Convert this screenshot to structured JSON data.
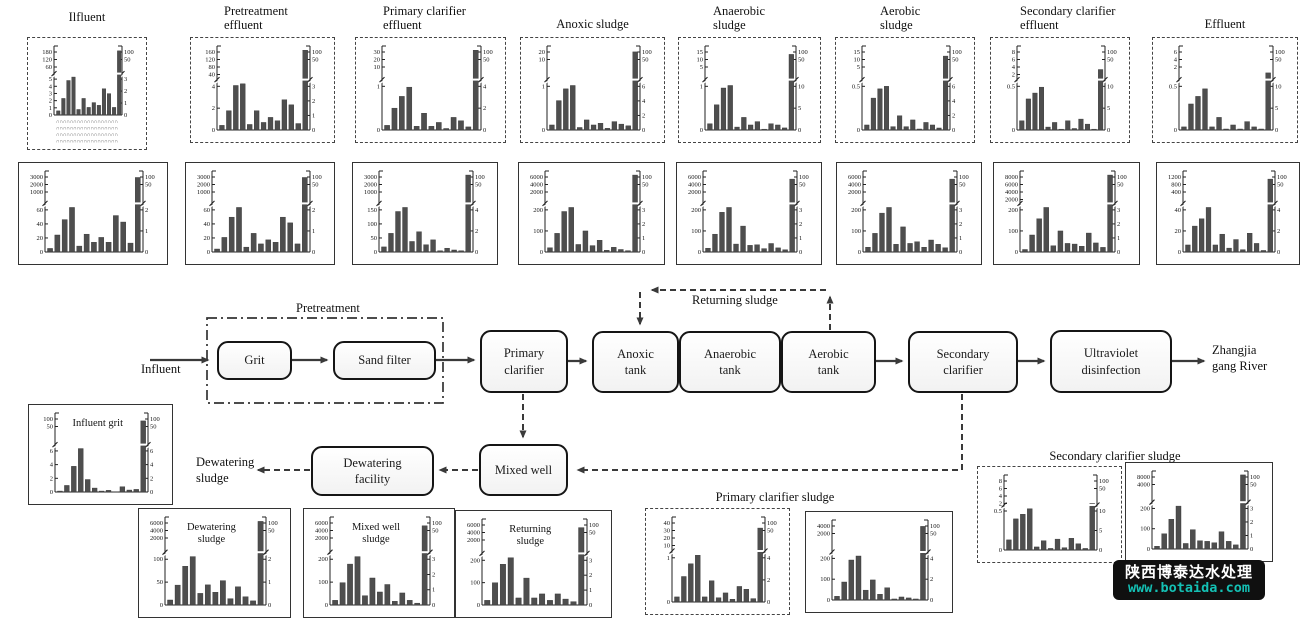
{
  "figure": {
    "description_labels": {
      "influent": "Influent",
      "pretreatment": "Pretreatment",
      "returning_sludge": "Returning sludge",
      "river": "Zhangjia\ngang River",
      "dewatering_sludge": "Dewatering\nsludge",
      "primary_clarifier_sludge": "Primary clarifier sludge",
      "secondary_clarifier_sludge": "Secondary clarifier sludge"
    }
  },
  "flow": {
    "nodes": {
      "grit": "Grit",
      "sand_filter": "Sand filter",
      "primary_clarifier": "Primary\nclarifier",
      "anoxic_tank": "Anoxic\ntank",
      "anaerobic_tank": "Anaerobic\ntank",
      "aerobic_tank": "Aerobic\ntank",
      "secondary_clarifier": "Secondary\nclarifier",
      "uv": "Ultraviolet\ndisinfection",
      "mixed_well": "Mixed well",
      "dewatering_facility": "Dewatering\nfacility"
    }
  },
  "colors": {
    "bar": "#4e4e4e",
    "axis": "#222222",
    "arrow": "#3a3a3a",
    "watermark_bg": "#101010",
    "watermark_url": "#14c0b4"
  },
  "chart_data": [
    {
      "type": "bar",
      "title": "Ilfluent",
      "title_pos": "above",
      "border": "dashed",
      "x_squiggles": true,
      "left_top": [
        "180",
        "120",
        "60"
      ],
      "left_bot": [
        "5",
        "4",
        "3",
        "2",
        "1",
        "0"
      ],
      "right_top": [
        "100",
        "50"
      ],
      "right_bot": [
        "3",
        "2",
        "1",
        "0"
      ],
      "bars": [
        0.06,
        0.24,
        0.5,
        0.55,
        0.08,
        0.24,
        0.11,
        0.18,
        0.14,
        0.38,
        0.31,
        0.11,
        0.93
      ]
    },
    {
      "type": "bar",
      "title": "Pretreatment\neffluent",
      "title_pos": "above",
      "border": "dashed",
      "x_squiggles": false,
      "left_top": [
        "160",
        "120",
        "80",
        "40"
      ],
      "left_bot": [
        "4",
        "2",
        "0"
      ],
      "right_top": [
        "100",
        "50"
      ],
      "right_bot": [
        "3",
        "2",
        "1",
        "0"
      ],
      "bars": [
        0.055,
        0.23,
        0.53,
        0.55,
        0.066,
        0.23,
        0.09,
        0.15,
        0.11,
        0.36,
        0.3,
        0.077,
        0.95
      ]
    },
    {
      "type": "bar",
      "title": "Primary clarifier\neffluent",
      "title_pos": "above",
      "border": "dashed",
      "x_squiggles": false,
      "left_top": [
        "30",
        "20",
        "10"
      ],
      "left_bot": [
        "1",
        "0"
      ],
      "right_top": [
        "100",
        "50"
      ],
      "right_bot": [
        "4",
        "2",
        "0"
      ],
      "bars": [
        0.055,
        0.26,
        0.4,
        0.51,
        0.044,
        0.2,
        0.044,
        0.09,
        0.018,
        0.15,
        0.11,
        0.037,
        0.95
      ]
    },
    {
      "type": "bar",
      "title": "Anoxic sludge",
      "title_pos": "above",
      "border": "dashed",
      "x_squiggles": false,
      "left_top": [
        "20",
        "10"
      ],
      "left_bot": [
        "1",
        "0"
      ],
      "right_top": [
        "100",
        "50"
      ],
      "right_bot": [
        "6",
        "4",
        "2",
        "0"
      ],
      "bars": [
        0.06,
        0.35,
        0.49,
        0.53,
        0.03,
        0.12,
        0.06,
        0.08,
        0.02,
        0.1,
        0.07,
        0.05,
        0.93
      ]
    },
    {
      "type": "bar",
      "title": "Anaerobic\nsludge",
      "title_pos": "above",
      "border": "dashed",
      "x_squiggles": false,
      "left_top": [
        "15",
        "10",
        "5"
      ],
      "left_bot": [
        "1",
        "0"
      ],
      "right_top": [
        "100",
        "50"
      ],
      "right_bot": [
        "10",
        "5",
        "0"
      ],
      "bars": [
        0.075,
        0.3,
        0.5,
        0.53,
        0.035,
        0.15,
        0.06,
        0.1,
        0.01,
        0.075,
        0.06,
        0.025,
        0.9
      ]
    },
    {
      "type": "bar",
      "title": "Aerobic\nsludge",
      "title_pos": "above",
      "border": "dashed",
      "x_squiggles": false,
      "left_top": [
        "15",
        "10",
        "5"
      ],
      "left_bot": [
        "0.5",
        "0"
      ],
      "right_top": [
        "100",
        "50"
      ],
      "right_bot": [
        "6",
        "4",
        "2",
        "0"
      ],
      "bars": [
        0.06,
        0.38,
        0.49,
        0.52,
        0.04,
        0.17,
        0.04,
        0.12,
        0.012,
        0.09,
        0.06,
        0.024,
        0.88
      ]
    },
    {
      "type": "bar",
      "title": "Secondary clarifier\neffluent",
      "title_pos": "above",
      "border": "dashed",
      "x_squiggles": false,
      "left_top": [
        "8",
        "6",
        "4",
        "2"
      ],
      "left_bot": [
        "0.5",
        "0"
      ],
      "right_top": [
        "100",
        "50"
      ],
      "right_bot": [
        "10",
        "5",
        "0"
      ],
      "bars": [
        0.11,
        0.37,
        0.44,
        0.51,
        0.035,
        0.09,
        0.01,
        0.11,
        0.018,
        0.13,
        0.07,
        0.01,
        0.72
      ]
    },
    {
      "type": "bar",
      "title": "Effluent",
      "title_pos": "above",
      "border": "dashed",
      "x_squiggles": false,
      "left_top": [
        "6",
        "4",
        "2"
      ],
      "left_bot": [
        "0.5",
        "0"
      ],
      "right_top": [
        "100",
        "50"
      ],
      "right_bot": [
        "10",
        "5",
        "0"
      ],
      "bars": [
        0.037,
        0.31,
        0.4,
        0.49,
        0.037,
        0.15,
        0.012,
        0.06,
        0.012,
        0.1,
        0.037,
        0.012,
        0.68
      ]
    },
    {
      "type": "bar",
      "title": "",
      "title_pos": null,
      "border": "solid",
      "x_squiggles": false,
      "left_top": [
        "3000",
        "2000",
        "1000"
      ],
      "left_bot": [
        "60",
        "40",
        "20",
        "0"
      ],
      "right_top": [
        "100",
        "50"
      ],
      "right_bot": [
        "2",
        "1",
        "0"
      ],
      "bars": [
        0.044,
        0.21,
        0.4,
        0.55,
        0.073,
        0.22,
        0.12,
        0.18,
        0.12,
        0.45,
        0.37,
        0.11,
        0.92
      ]
    },
    {
      "type": "bar",
      "title": "",
      "title_pos": null,
      "border": "solid",
      "x_squiggles": false,
      "left_top": [
        "3000",
        "2000",
        "1000"
      ],
      "left_bot": [
        "60",
        "40",
        "20",
        "0"
      ],
      "right_top": [
        "100",
        "50"
      ],
      "right_bot": [
        "2",
        "1",
        "0"
      ],
      "bars": [
        0.037,
        0.18,
        0.43,
        0.55,
        0.06,
        0.23,
        0.1,
        0.15,
        0.12,
        0.43,
        0.36,
        0.1,
        0.92
      ]
    },
    {
      "type": "bar",
      "title": "",
      "title_pos": null,
      "border": "solid",
      "x_squiggles": false,
      "left_top": [
        "3000",
        "2000",
        "1000"
      ],
      "left_bot": [
        "150",
        "100",
        "50",
        "0"
      ],
      "right_top": [
        "100",
        "50"
      ],
      "right_bot": [
        "4",
        "2",
        "0"
      ],
      "bars": [
        0.063,
        0.23,
        0.5,
        0.55,
        0.13,
        0.25,
        0.09,
        0.15,
        0.016,
        0.047,
        0.025,
        0.016,
        0.95
      ]
    },
    {
      "type": "bar",
      "title": "",
      "title_pos": null,
      "border": "solid",
      "x_squiggles": false,
      "left_top": [
        "6000",
        "4000",
        "2000"
      ],
      "left_bot": [
        "200",
        "100",
        "0"
      ],
      "right_top": [
        "100",
        "50"
      ],
      "right_bot": [
        "3",
        "2",
        "1",
        "0"
      ],
      "bars": [
        0.052,
        0.23,
        0.5,
        0.55,
        0.093,
        0.26,
        0.079,
        0.145,
        0.021,
        0.058,
        0.031,
        0.017,
        0.95
      ]
    },
    {
      "type": "bar",
      "title": "",
      "title_pos": null,
      "border": "solid",
      "x_squiggles": false,
      "left_top": [
        "6000",
        "4000",
        "2000"
      ],
      "left_bot": [
        "200",
        "100",
        "0"
      ],
      "right_top": [
        "100",
        "50"
      ],
      "right_bot": [
        "3",
        "2",
        "1",
        "0"
      ],
      "bars": [
        0.047,
        0.22,
        0.49,
        0.55,
        0.098,
        0.32,
        0.082,
        0.089,
        0.042,
        0.105,
        0.051,
        0.028,
        0.9
      ]
    },
    {
      "type": "bar",
      "title": "",
      "title_pos": null,
      "border": "solid",
      "x_squiggles": false,
      "left_top": [
        "6000",
        "4000",
        "2000"
      ],
      "left_bot": [
        "200",
        "100",
        "0"
      ],
      "right_top": [
        "100",
        "50"
      ],
      "right_bot": [
        "3",
        "2",
        "1",
        "0"
      ],
      "bars": [
        0.059,
        0.23,
        0.48,
        0.55,
        0.095,
        0.31,
        0.106,
        0.127,
        0.059,
        0.148,
        0.095,
        0.053,
        0.9
      ]
    },
    {
      "type": "bar",
      "title": "",
      "title_pos": null,
      "border": "solid",
      "x_squiggles": false,
      "left_top": [
        "8000",
        "6000",
        "4000",
        "2000"
      ],
      "left_bot": [
        "200",
        "100",
        "0"
      ],
      "right_top": [
        "100",
        "50"
      ],
      "right_bot": [
        "3",
        "2",
        "1",
        "0"
      ],
      "bars": [
        0.031,
        0.21,
        0.41,
        0.55,
        0.077,
        0.26,
        0.106,
        0.098,
        0.071,
        0.234,
        0.112,
        0.057,
        0.95
      ]
    },
    {
      "type": "bar",
      "title": "",
      "title_pos": null,
      "border": "solid",
      "x_squiggles": false,
      "left_top": [
        "1200",
        "800",
        "400"
      ],
      "left_bot": [
        "40",
        "20",
        "0"
      ],
      "right_top": [
        "100",
        "50"
      ],
      "right_bot": [
        "4",
        "2",
        "0"
      ],
      "bars": [
        0.087,
        0.32,
        0.41,
        0.55,
        0.087,
        0.22,
        0.048,
        0.154,
        0.029,
        0.232,
        0.106,
        0.019,
        0.9
      ]
    },
    {
      "type": "bar",
      "title": "Influent grit",
      "title_pos": "inside",
      "border": "solid",
      "x_squiggles": false,
      "left_top": [
        "100",
        "50"
      ],
      "left_bot": [
        "6",
        "4",
        "2",
        "0"
      ],
      "right_top": [
        "100",
        "50"
      ],
      "right_bot": [
        "6",
        "4",
        "2",
        "0"
      ],
      "bars": [
        0.012,
        0.083,
        0.325,
        0.55,
        0.158,
        0.05,
        0.012,
        0.021,
        0.004,
        0.067,
        0.025,
        0.033,
        0.9
      ]
    },
    {
      "type": "bar",
      "title": "Dewatering\nsludge",
      "title_pos": "inside",
      "border": "solid",
      "x_squiggles": false,
      "left_top": [
        "6000",
        "4000",
        "2000"
      ],
      "left_bot": [
        "100",
        "50",
        "0"
      ],
      "right_top": [
        "100",
        "50"
      ],
      "right_bot": [
        "2",
        "1",
        "0"
      ],
      "bars": [
        0.057,
        0.226,
        0.44,
        0.55,
        0.132,
        0.229,
        0.145,
        0.277,
        0.072,
        0.207,
        0.094,
        0.047,
        0.95
      ]
    },
    {
      "type": "bar",
      "title": "Mixed well\nsludge",
      "title_pos": "inside",
      "border": "solid",
      "x_squiggles": false,
      "left_top": [
        "6000",
        "4000",
        "2000"
      ],
      "left_bot": [
        "200",
        "100",
        "0"
      ],
      "right_top": [
        "100",
        "50"
      ],
      "right_bot": [
        "3",
        "2",
        "1",
        "0"
      ],
      "bars": [
        0.053,
        0.254,
        0.465,
        0.55,
        0.106,
        0.307,
        0.148,
        0.233,
        0.042,
        0.137,
        0.053,
        0.021,
        0.9
      ]
    },
    {
      "type": "bar",
      "title": "Returning\nsludge",
      "title_pos": "inside",
      "border": "solid",
      "x_squiggles": false,
      "left_top": [
        "6000",
        "4000",
        "2000"
      ],
      "left_bot": [
        "200",
        "100",
        "0"
      ],
      "right_top": [
        "100",
        "50"
      ],
      "right_bot": [
        "3",
        "2",
        "1",
        "0"
      ],
      "bars": [
        0.054,
        0.259,
        0.474,
        0.55,
        0.082,
        0.313,
        0.082,
        0.129,
        0.054,
        0.129,
        0.069,
        0.039,
        0.9
      ]
    },
    {
      "type": "bar",
      "title": "",
      "title_pos": null,
      "border": "dashed",
      "x_squiggles": false,
      "left_top": [
        "40",
        "30",
        "20",
        "10"
      ],
      "left_bot": [
        "1",
        "0"
      ],
      "right_top": [
        "100",
        "50"
      ],
      "right_bot": [
        "4",
        "2",
        "0"
      ],
      "bars": [
        0.06,
        0.3,
        0.45,
        0.55,
        0.06,
        0.25,
        0.05,
        0.107,
        0.033,
        0.183,
        0.15,
        0.04,
        0.87
      ]
    },
    {
      "type": "bar",
      "title": "",
      "title_pos": null,
      "border": "solid",
      "x_squiggles": false,
      "left_top": [
        "4000",
        "2000"
      ],
      "left_bot": [
        "200",
        "100",
        "0"
      ],
      "right_top": [
        "100",
        "50"
      ],
      "right_bot": [
        "4",
        "2",
        "0"
      ],
      "bars": [
        0.046,
        0.225,
        0.5,
        0.55,
        0.123,
        0.251,
        0.072,
        0.153,
        0.013,
        0.038,
        0.026,
        0.013,
        0.92
      ]
    },
    {
      "type": "bar",
      "title": "",
      "title_pos": null,
      "border": "dashed",
      "x_squiggles": false,
      "left_top": [
        "8",
        "6",
        "4",
        "2"
      ],
      "left_bot": [
        "0.5",
        "0"
      ],
      "right_top": [
        "100",
        "50"
      ],
      "right_bot": [
        "10",
        "5",
        "0"
      ],
      "bars": [
        0.135,
        0.415,
        0.477,
        0.55,
        0.041,
        0.124,
        0.021,
        0.145,
        0.031,
        0.156,
        0.083,
        0.021,
        0.62
      ]
    },
    {
      "type": "bar",
      "title": "",
      "title_pos": null,
      "border": "solid",
      "x_squiggles": false,
      "left_top": [
        "8000",
        "4000"
      ],
      "left_bot": [
        "200",
        "100",
        "0"
      ],
      "right_top": [
        "100",
        "50"
      ],
      "right_bot": [
        "3",
        "2",
        "1",
        "0"
      ],
      "bars": [
        0.035,
        0.195,
        0.381,
        0.55,
        0.071,
        0.248,
        0.106,
        0.098,
        0.08,
        0.222,
        0.098,
        0.053,
        0.95
      ]
    }
  ],
  "watermark": {
    "line1": "陕西博泰达水处理",
    "line2": "www.botaida.com"
  }
}
